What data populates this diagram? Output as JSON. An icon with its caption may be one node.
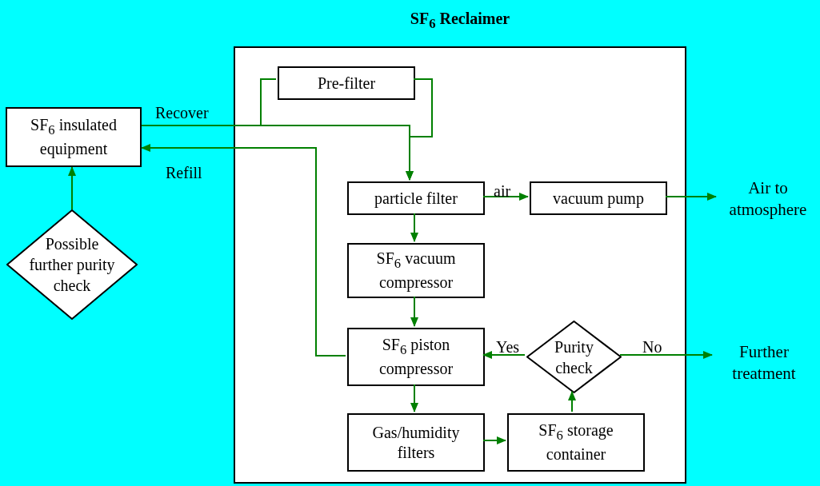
{
  "diagram": {
    "nodes": [
      {
        "text": [
          "SF$_{6}$ Reclaimer"
        ]
      },
      {
        "text": [
          "Pre-filter"
        ],
        "in": 0
      },
      {
        "text": [
          "SF$_{6}$ insulated equipment"
        ]
      },
      {
        "text": [
          "particle filter"
        ],
        "in": 0
      },
      {
        "text": [
          "vacuum pump"
        ],
        "in": 0
      },
      {
        "text": [
          "Air to atmosphere"
        ]
      },
      {
        "text": [
          "SF$_{6}$ vacuum compressor"
        ],
        "in": 0
      },
      {
        "text": [
          "SF$_{6}$ piston compressor"
        ],
        "in": 0
      },
      {
        "text": [
          "Purity check"
        ],
        "in": 0
      },
      {
        "text": [
          "Further treatment"
        ]
      },
      {
        "text": [
          "Gas/humidity filters"
        ],
        "in": 0
      },
      {
        "text": [
          "SF$_{6}$ storage container"
        ],
        "in": 0
      },
      {
        "text": [
          "Possible further purity check"
        ]
      }
    ],
    "edges": [
      {
        "from": 2,
        "to": 3,
        "arrow": "to",
        "label": "Recover"
      },
      {
        "from": 2,
        "to": 1,
        "arrow": "none"
      },
      {
        "from": 1,
        "to": 3,
        "arrow": "to"
      },
      {
        "from": 3,
        "to": 4,
        "arrow": "to",
        "label": "air"
      },
      {
        "from": 4,
        "to": 5,
        "arrow": "to"
      },
      {
        "from": 3,
        "to": 6,
        "arrow": "to"
      },
      {
        "from": 6,
        "to": 7,
        "arrow": "to"
      },
      {
        "from": 7,
        "to": 10,
        "arrow": "to"
      },
      {
        "from": 10,
        "to": 11,
        "arrow": "to"
      },
      {
        "from": 11,
        "to": 8,
        "arrow": "to"
      },
      {
        "from": 8,
        "to": 7,
        "arrow": "to",
        "label": "Yes"
      },
      {
        "from": 8,
        "to": 9,
        "arrow": "to",
        "label": "No"
      },
      {
        "from": 7,
        "to": 2,
        "arrow": "to",
        "label": "Refill"
      },
      {
        "from": 12,
        "to": 2,
        "arrow": "to"
      }
    ]
  }
}
